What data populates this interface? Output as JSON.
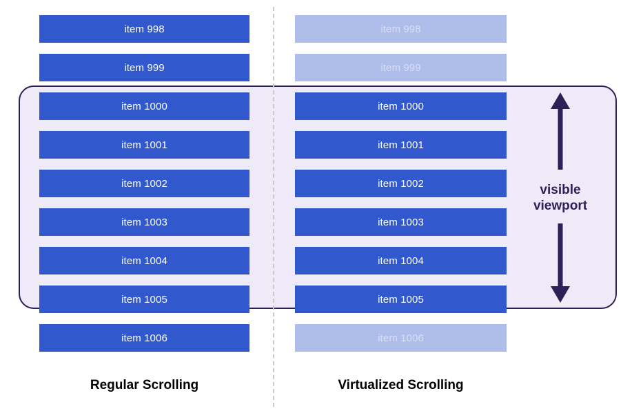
{
  "colors": {
    "bar_solid": "#3258cd",
    "bar_faded": "#aebde9",
    "bar_faded_text": "#d8e0f6",
    "viewport_fill": "#eeeaf7",
    "viewport_border": "#2e2057",
    "divider": "#c9c9c9",
    "caption_text": "#000000"
  },
  "columns": {
    "regular": {
      "caption": "Regular Scrolling",
      "items": [
        {
          "label": "item 998",
          "state": "rendered"
        },
        {
          "label": "item 999",
          "state": "rendered"
        },
        {
          "label": "item 1000",
          "state": "rendered"
        },
        {
          "label": "item 1001",
          "state": "rendered"
        },
        {
          "label": "item 1002",
          "state": "rendered"
        },
        {
          "label": "item 1003",
          "state": "rendered"
        },
        {
          "label": "item 1004",
          "state": "rendered"
        },
        {
          "label": "item 1005",
          "state": "rendered"
        },
        {
          "label": "item 1006",
          "state": "rendered"
        }
      ]
    },
    "virtualized": {
      "caption": "Virtualized Scrolling",
      "items": [
        {
          "label": "item 998",
          "state": "not-rendered"
        },
        {
          "label": "item 999",
          "state": "not-rendered"
        },
        {
          "label": "item 1000",
          "state": "rendered"
        },
        {
          "label": "item 1001",
          "state": "rendered"
        },
        {
          "label": "item 1002",
          "state": "rendered"
        },
        {
          "label": "item 1003",
          "state": "rendered"
        },
        {
          "label": "item 1004",
          "state": "rendered"
        },
        {
          "label": "item 1005",
          "state": "rendered"
        },
        {
          "label": "item 1006",
          "state": "not-rendered"
        }
      ]
    }
  },
  "viewport": {
    "label": "visible\nviewport",
    "up_arrow_icon": "arrow-up-icon",
    "down_arrow_icon": "arrow-down-icon"
  }
}
